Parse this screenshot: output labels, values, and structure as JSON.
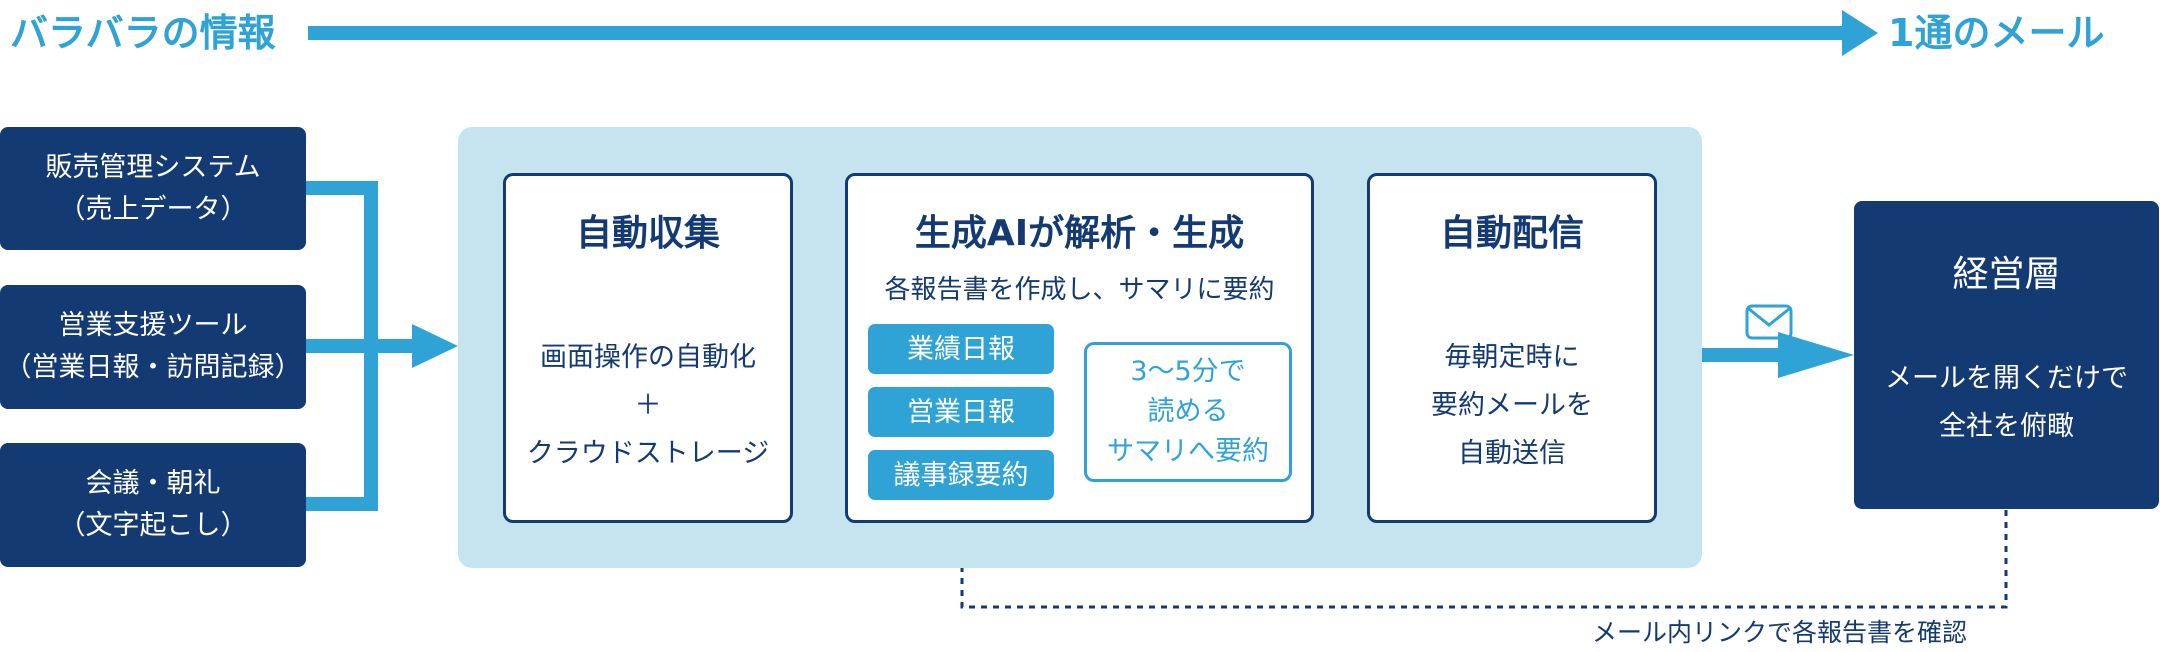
{
  "header": {
    "left_label": "バラバラの情報",
    "right_label": "1通のメール"
  },
  "sources": [
    {
      "line1": "販売管理システム",
      "line2": "（売上データ）"
    },
    {
      "line1": "営業支援ツール",
      "line2": "（営業日報・訪問記録）"
    },
    {
      "line1": "会議・朝礼",
      "line2": "（文字起こし）"
    }
  ],
  "collect": {
    "title": "自動収集",
    "line1": "画面操作の自動化",
    "line2": "＋",
    "line3": "クラウドストレージ"
  },
  "analyze": {
    "title": "生成AIが解析・生成",
    "subtitle": "各報告書を作成し、サマリに要約",
    "chips": [
      "業績日報",
      "営業日報",
      "議事録要約"
    ],
    "summary_line1": "3〜5分で",
    "summary_line2": "読める",
    "summary_line3": "サマリへ要約"
  },
  "deliver": {
    "title": "自動配信",
    "line1": "毎朝定時に",
    "line2": "要約メールを",
    "line3": "自動送信"
  },
  "executives": {
    "title": "経営層",
    "line1": "メールを開くだけで",
    "line2": "全社を俯瞰"
  },
  "feedback": {
    "label": "メール内リンクで各報告書を確認"
  },
  "colors": {
    "navy": "#143a73",
    "accent_blue": "#2fa3d6",
    "panel_bg": "#c5e4f0",
    "white": "#ffffff"
  },
  "icons": [
    "envelope-icon"
  ]
}
